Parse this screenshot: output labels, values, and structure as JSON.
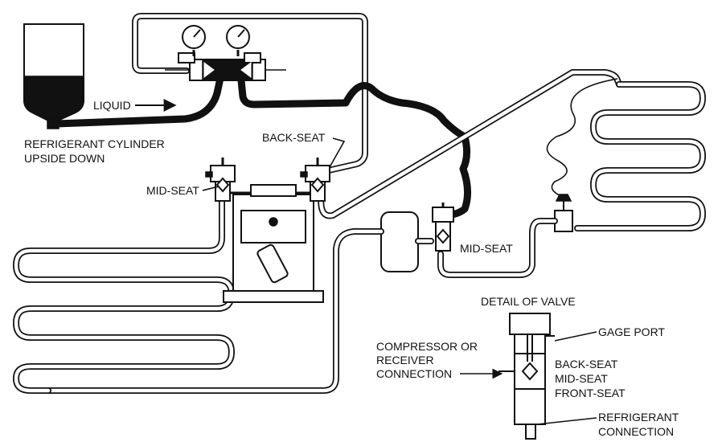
{
  "labels": {
    "liquid": "LIQUID",
    "cylinder_line1": "REFRIGERANT CYLINDER",
    "cylinder_line2": "UPSIDE DOWN",
    "back_seat_top": "BACK-SEAT",
    "mid_seat_left": "MID-SEAT",
    "mid_seat_right": "MID-SEAT"
  },
  "detail": {
    "title": "DETAIL OF VALVE",
    "gage_port": "GAGE PORT",
    "compressor_line1": "COMPRESSOR OR",
    "compressor_line2": "RECEIVER",
    "compressor_line3": "CONNECTION",
    "back_seat": "BACK-SEAT",
    "mid_seat": "MID-SEAT",
    "front_seat": "FRONT-SEAT",
    "refrigerant_line1": "REFRIGERANT",
    "refrigerant_line2": "CONNECTION"
  },
  "colors": {
    "line": "#111111",
    "background": "#ffffff"
  }
}
